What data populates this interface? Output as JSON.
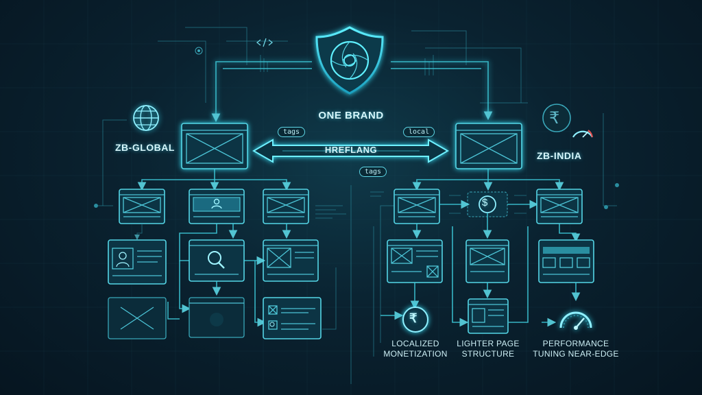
{
  "brand": {
    "title": "ONE BRAND",
    "code_glyph": "</>"
  },
  "global": {
    "label": "ZB-GLOBAL"
  },
  "india": {
    "label": "ZB-INDIA"
  },
  "connector": {
    "label": "HREFLANG",
    "tag_left": "tags",
    "tag_right": "local",
    "tag_bottom": "tags"
  },
  "symbols": {
    "dollar": "$",
    "rupee": "₹"
  },
  "captions": {
    "monetization": [
      "LOCALIZED",
      "MONETIZATION"
    ],
    "structure": [
      "LIGHTER PAGE",
      "STRUCTURE"
    ],
    "performance": [
      "PERFORMANCE",
      "TUNING NEAR-EDGE"
    ]
  },
  "icons": [
    "shield-icon",
    "globe-icon",
    "rupee-icon",
    "gauge-icon",
    "dollar-icon",
    "search-icon",
    "user-icon",
    "code-icon"
  ],
  "colors": {
    "accent": "#3fd0e0",
    "background": "#0a2230",
    "text": "#d6f6fb"
  }
}
